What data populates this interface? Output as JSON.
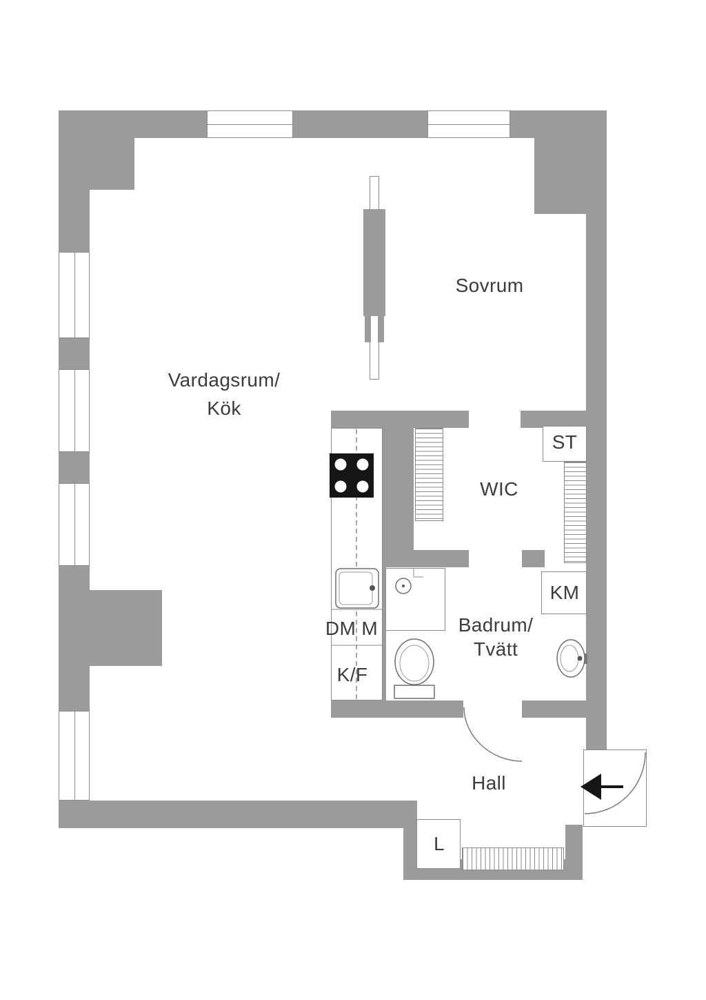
{
  "labels": {
    "sovrum": "Sovrum",
    "vardagsrum_line1": "Vardagsrum/",
    "vardagsrum_line2": "Kök",
    "wic": "WIC",
    "st": "ST",
    "km": "KM",
    "badrum_line1": "Badrum/",
    "badrum_line2": "Tvätt",
    "dm": "DM M",
    "kf": "K/F",
    "hall": "Hall",
    "l": "L"
  },
  "colors": {
    "wall": "#9b9b9b",
    "floor": "#ffffff",
    "line": "#8a8a8a",
    "text": "#3c3c3c",
    "appliance": "#161616"
  },
  "fixtures": [
    "stove",
    "kitchen-sink",
    "shower",
    "toilet",
    "washbasin",
    "washing-machine",
    "wardrobe-hatch",
    "sliding-partition",
    "entrance-door",
    "bathroom-door",
    "window"
  ]
}
